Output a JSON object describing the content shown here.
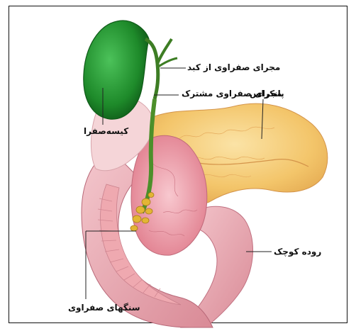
{
  "labels": {
    "hepatic_duct": "مجرای صفراوی از کبد",
    "common_bile_duct": "مجرای صفراوی مشترک",
    "pancreas": "پانکراس",
    "gallbladder": "کیسه‌صفرا",
    "small_intestine": "روده کوچک",
    "gallstones": "سنگهای صفراوی"
  },
  "colors": {
    "gallbladder": "#1e8a2a",
    "bile_duct": "#4c8f2a",
    "pancreas": "#f3c56a",
    "duodenum": "#e8a2ac",
    "intestine": "#e7b0b6",
    "stones": "#e3b534"
  }
}
